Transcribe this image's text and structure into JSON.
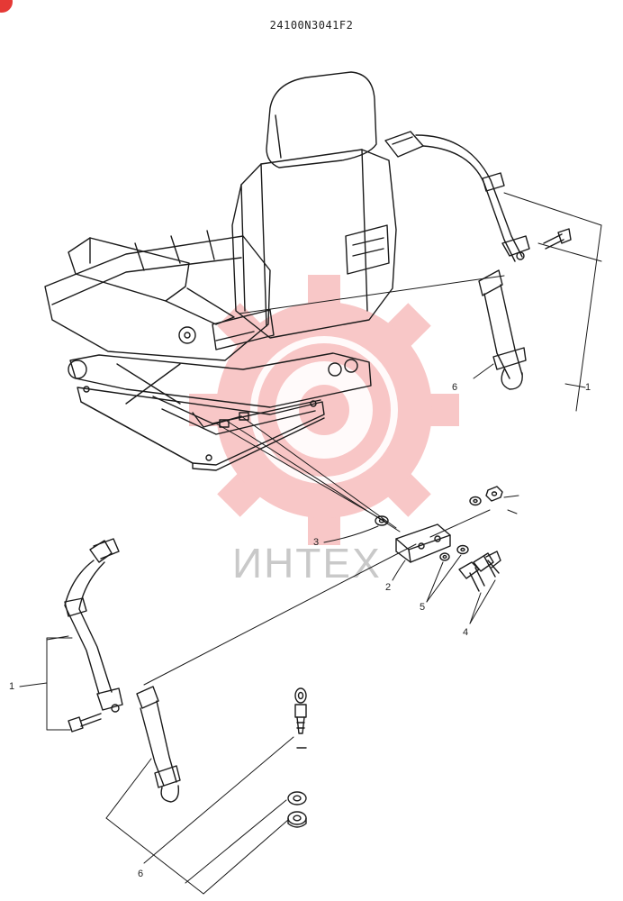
{
  "drawing": {
    "code": "24100N3041F2",
    "watermark_text": "ИНТЕХ"
  },
  "callouts": [
    {
      "id": "c1a",
      "text": "1"
    },
    {
      "id": "c1b",
      "text": "1"
    },
    {
      "id": "c2",
      "text": "2"
    },
    {
      "id": "c3",
      "text": "3"
    },
    {
      "id": "c4",
      "text": "4"
    },
    {
      "id": "c5",
      "text": "5"
    },
    {
      "id": "c6a",
      "text": "6"
    },
    {
      "id": "c6b",
      "text": "6"
    }
  ],
  "colors": {
    "line": "#1a1a1a",
    "watermark": "#f39a9a",
    "watermark_text": "#c9c9c9",
    "corner_badge": "#e53935"
  }
}
